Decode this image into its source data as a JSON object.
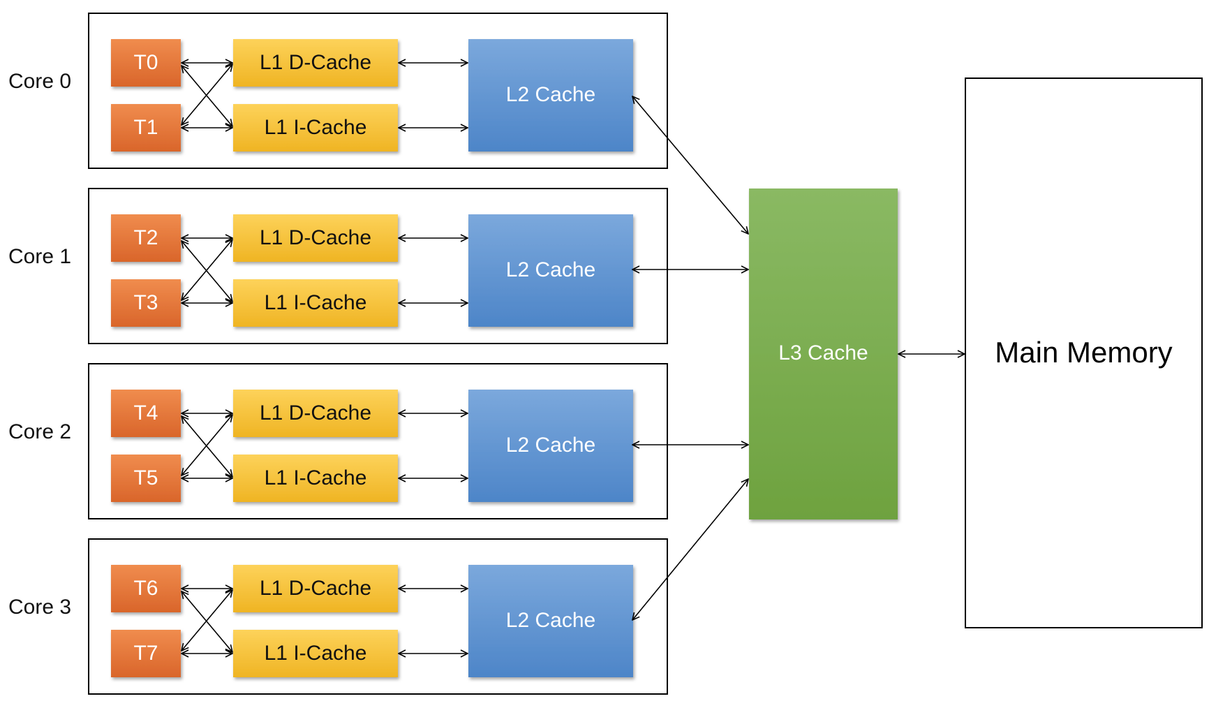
{
  "cores": [
    {
      "label": "Core 0",
      "threads": [
        "T0",
        "T1"
      ],
      "l1d": "L1 D-Cache",
      "l1i": "L1 I-Cache",
      "l2": "L2 Cache"
    },
    {
      "label": "Core 1",
      "threads": [
        "T2",
        "T3"
      ],
      "l1d": "L1 D-Cache",
      "l1i": "L1 I-Cache",
      "l2": "L2 Cache"
    },
    {
      "label": "Core 2",
      "threads": [
        "T4",
        "T5"
      ],
      "l1d": "L1 D-Cache",
      "l1i": "L1 I-Cache",
      "l2": "L2 Cache"
    },
    {
      "label": "Core 3",
      "threads": [
        "T6",
        "T7"
      ],
      "l1d": "L1 D-Cache",
      "l1i": "L1 I-Cache",
      "l2": "L2 Cache"
    }
  ],
  "l3": {
    "label": "L3 Cache"
  },
  "memory": {
    "label": "Main Memory"
  },
  "colors": {
    "thread_top": "#f08c4e",
    "thread_bottom": "#d9652a",
    "l1_top": "#fdd25a",
    "l1_bottom": "#efb423",
    "l2_top": "#7ba8dc",
    "l2_bottom": "#4d85c8",
    "l3_top": "#8ab963",
    "l3_bottom": "#6ea23f"
  }
}
